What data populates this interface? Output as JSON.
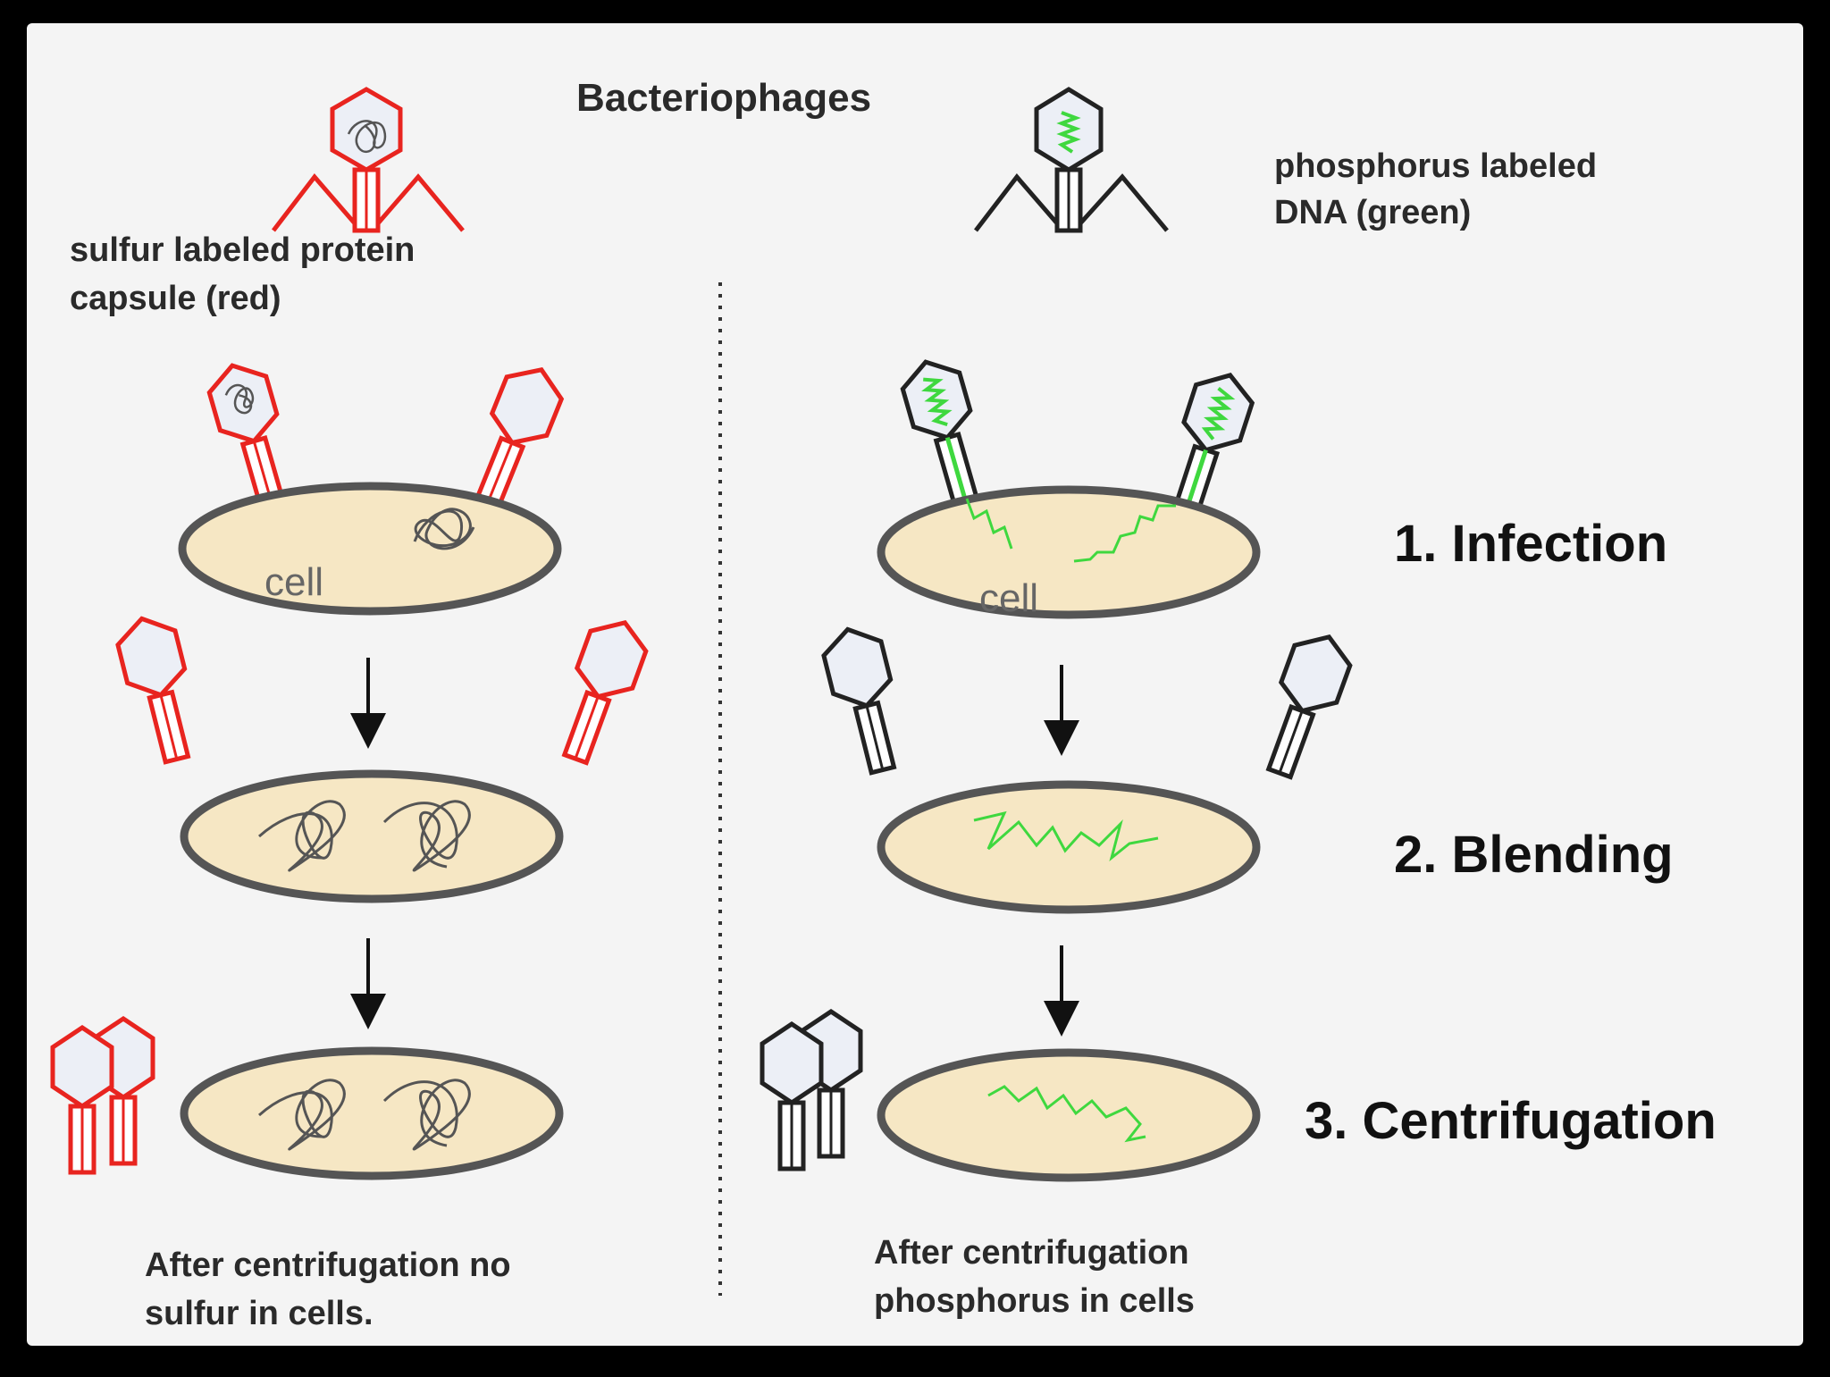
{
  "title": "Bacteriophages",
  "left": {
    "label_line1": "sulfur labeled protein",
    "label_line2": "capsule (red)",
    "cell_label": "cell",
    "caption_line1": "After centrifugation no",
    "caption_line2": "sulfur in cells."
  },
  "right": {
    "label_line1": "phosphorus labeled",
    "label_line2": "DNA  (green)",
    "cell_label": "cell",
    "caption_line1": "After centrifugation",
    "caption_line2": "phosphorus in cells"
  },
  "steps": [
    "1. Infection",
    "2. Blending",
    "3. Centrifugation"
  ],
  "colors": {
    "protein_label": "#e8241f",
    "dna_label": "#3fd83f",
    "cell_fill": "#f6e7c4",
    "cell_stroke": "#555555",
    "background": "#f4f4f4",
    "frame": "#000000"
  }
}
